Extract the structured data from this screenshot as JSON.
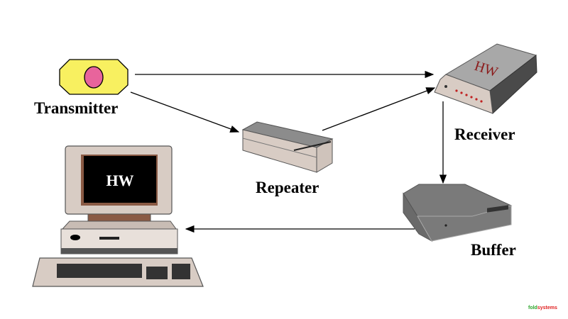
{
  "nodes": {
    "transmitter": {
      "label": "Transmitter"
    },
    "repeater": {
      "label": "Repeater"
    },
    "receiver": {
      "label": "Receiver",
      "device_text": "HW"
    },
    "buffer": {
      "label": "Buffer"
    },
    "computer": {
      "screen_text": "HW"
    }
  },
  "edges": [
    {
      "from": "transmitter",
      "to": "receiver"
    },
    {
      "from": "transmitter",
      "to": "repeater"
    },
    {
      "from": "repeater",
      "to": "receiver"
    },
    {
      "from": "receiver",
      "to": "buffer"
    },
    {
      "from": "buffer",
      "to": "computer"
    }
  ],
  "colors": {
    "transmitter_fill": "#f8f060",
    "transmitter_dot": "#e8649c",
    "device_beige": "#d8ccc4",
    "device_gray": "#808080",
    "receiver_text": "#8b1a1a",
    "monitor_brown": "#8a5a44"
  },
  "watermark": {
    "part1": "fold",
    "part2": "systems"
  }
}
